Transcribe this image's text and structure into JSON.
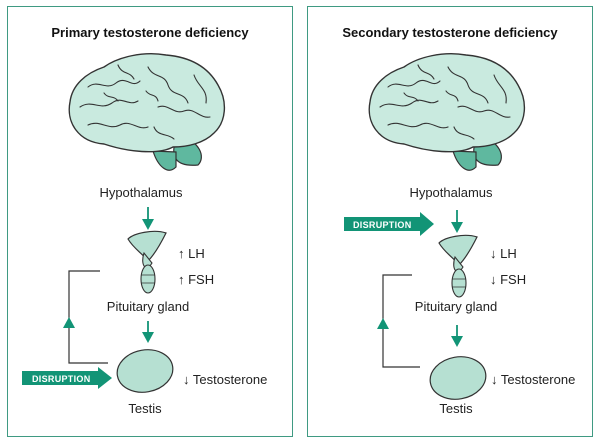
{
  "colors": {
    "panel_border": "#3f9a82",
    "accent": "#129476",
    "brain_fill": "#c9eadf",
    "brain_stem": "#5fb89f",
    "gland_fill": "#b6e0d2",
    "outline": "#333333"
  },
  "panels": [
    {
      "title": "Primary testosterone deficiency",
      "hypothalamus": "Hypothalamus",
      "pituitary": "Pituitary gland",
      "testis": "Testis",
      "lh": "↑ LH",
      "fsh": "↑ FSH",
      "testosterone": "↓ Testosterone",
      "disruption": "DISRUPTION",
      "disruption_target": "testis"
    },
    {
      "title": "Secondary testosterone deficiency",
      "hypothalamus": "Hypothalamus",
      "pituitary": "Pituitary gland",
      "testis": "Testis",
      "lh": "↓ LH",
      "fsh": "↓ FSH",
      "testosterone": "↓ Testosterone",
      "disruption": "DISRUPTION",
      "disruption_target": "hypothalamus-to-pituitary"
    }
  ]
}
